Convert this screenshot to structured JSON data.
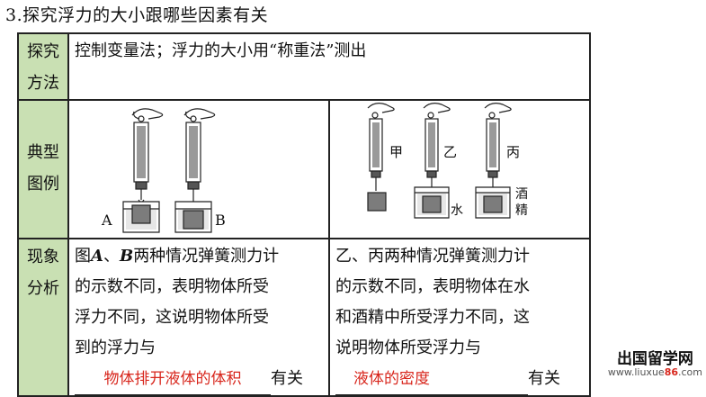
{
  "title": "3.探究浮力的大小跟哪些因素有关",
  "table": {
    "row1": {
      "head_line1": "探究",
      "head_line2": "方法",
      "content": "控制变量法；浮力的大小用“称重法”测出"
    },
    "row2": {
      "head_line1": "典型",
      "head_line2": "图例",
      "left_labels": {
        "a": "A",
        "b": "B"
      },
      "right_labels": {
        "jia": "甲",
        "yi": "乙",
        "bing": "丙",
        "water": "水",
        "alcohol_1": "酒",
        "alcohol_2": "精"
      }
    },
    "row3": {
      "head_line1": "现象",
      "head_line2": "分析",
      "left": {
        "line1_prefix": "图",
        "a": "A",
        "sep": "、",
        "b": "B",
        "line1_suffix": "两种情况弹簧测力计",
        "line2": "的示数不同，表明物体所受",
        "line3": "浮力不同，这说明物体所受",
        "line4": "到的浮力与",
        "answer": "物体排开液体的体积",
        "tail": "有关"
      },
      "right": {
        "line1": "乙、丙两种情况弹簧测力计",
        "line2": "的示数不同，表明物体在水",
        "line3": "和酒精中所受浮力不同，这",
        "line4": "说明物体所受浮力与",
        "answer": "液体的密度",
        "tail": "有关"
      }
    }
  },
  "watermark": {
    "main": "出国留学网",
    "sub_prefix": "www.liuxue",
    "sub_num": "86",
    "sub_suffix": ".com"
  }
}
